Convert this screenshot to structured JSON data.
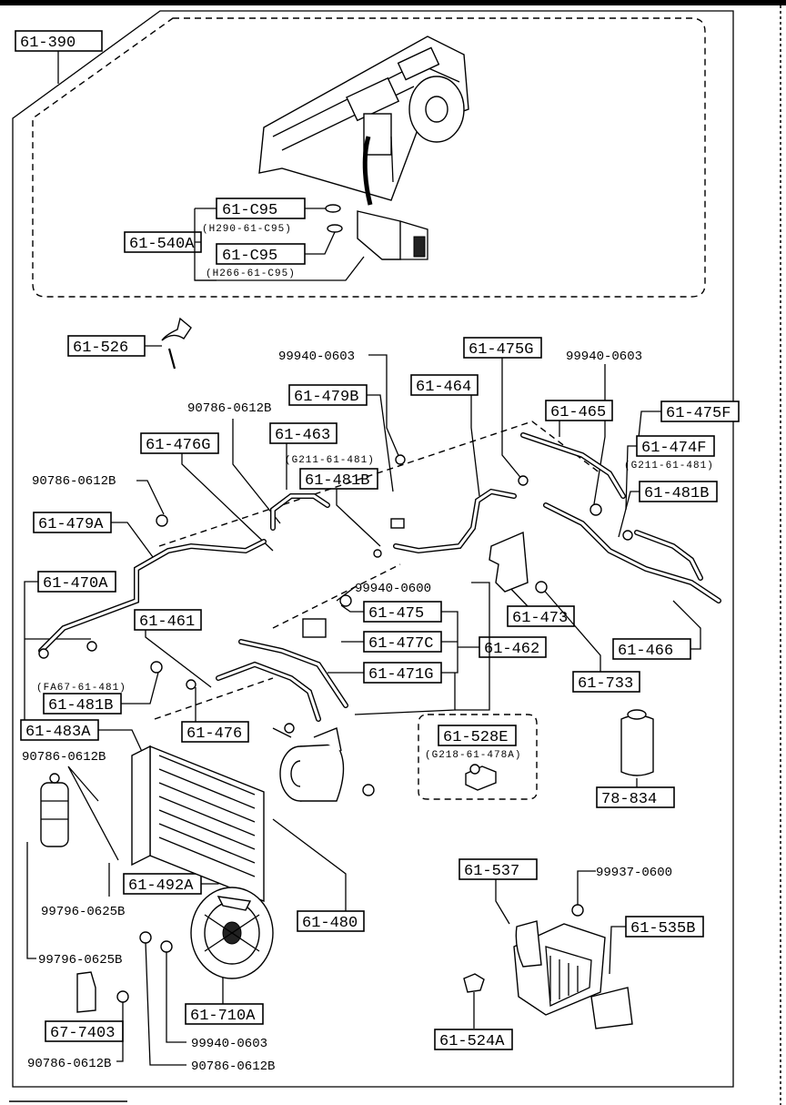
{
  "labels": {
    "p61_390": "61-390",
    "p61_c95_a": "61-C95",
    "p61_c95_a_sub": "(H290-61-C95)",
    "p61_c95_b": "61-C95",
    "p61_c95_b_sub": "(H266-61-C95)",
    "p61_540a": "61-540A",
    "p61_526": "61-526",
    "p61_475g": "61-475G",
    "p61_479b": "61-479B",
    "p61_464": "61-464",
    "p61_465": "61-465",
    "p61_475f": "61-475F",
    "p61_474f": "61-474F",
    "p61_474f_sub": "(G211-61-481)",
    "p61_481b_r": "61-481B",
    "p61_463": "61-463",
    "p61_463_sub": "(G211-61-481)",
    "p61_481b_c": "61-481B",
    "p61_476g": "61-476G",
    "p61_479a": "61-479A",
    "p61_470a": "61-470A",
    "p61_461": "61-461",
    "p61_481b_l": "61-481B",
    "p61_481b_l_sub": "(FA67-61-481)",
    "p61_475": "61-475",
    "p61_477c": "61-477C",
    "p61_471g": "61-471G",
    "p61_462": "61-462",
    "p61_473": "61-473",
    "p61_466": "61-466",
    "p61_733": "61-733",
    "p61_483a": "61-483A",
    "p61_476": "61-476",
    "p61_528e": "61-528E",
    "p61_528e_sub": "(G218-61-478A)",
    "p78_834": "78-834",
    "p61_492a": "61-492A",
    "p61_480": "61-480",
    "p61_537": "61-537",
    "p61_535b": "61-535B",
    "p61_710a": "61-710A",
    "p67_7403": "67-7403",
    "p61_524a": "61-524A"
  },
  "numbers": {
    "n_99940_0603_a": "99940-0603",
    "n_99940_0603_b": "99940-0603",
    "n_90786_0612b_a": "90786-0612B",
    "n_90786_0612b_b": "90786-0612B",
    "n_99940_0600": "99940-0600",
    "n_90786_0612b_c": "90786-0612B",
    "n_99796_0625b_a": "99796-0625B",
    "n_99796_0625b_b": "99796-0625B",
    "n_99937_0600": "99937-0600",
    "n_99940_0603_c": "99940-0603",
    "n_90786_0612b_d": "90786-0612B",
    "n_90786_0612b_e": "90786-0612B"
  }
}
